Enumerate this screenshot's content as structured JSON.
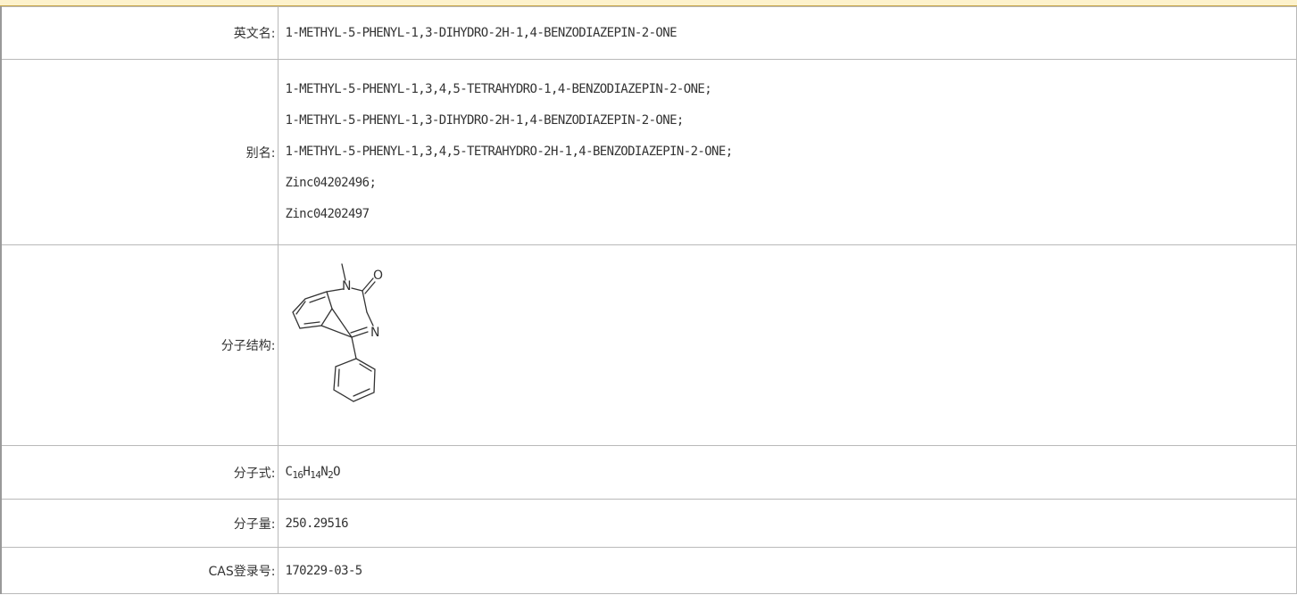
{
  "rows": {
    "english_name": {
      "label": "英文名:",
      "value": "1-METHYL-5-PHENYL-1,3-DIHYDRO-2H-1,4-BENZODIAZEPIN-2-ONE"
    },
    "aliases": {
      "label": "别名:",
      "items": [
        "1-METHYL-5-PHENYL-1,3,4,5-TETRAHYDRO-1,4-BENZODIAZEPIN-2-ONE;",
        "1-METHYL-5-PHENYL-1,3-DIHYDRO-2H-1,4-BENZODIAZEPIN-2-ONE;",
        "1-METHYL-5-PHENYL-1,3,4,5-TETRAHYDRO-2H-1,4-BENZODIAZEPIN-2-ONE;",
        "Zinc04202496;",
        "Zinc04202497"
      ]
    },
    "structure": {
      "label": "分子结构:",
      "atoms": {
        "n1": "N",
        "o": "O",
        "n2": "N"
      }
    },
    "formula": {
      "label": "分子式:",
      "parts": {
        "c": "C",
        "c_n": "16",
        "h": "H",
        "h_n": "14",
        "n": "N",
        "n_n": "2",
        "o": "O"
      }
    },
    "weight": {
      "label": "分子量:",
      "value": "250.29516"
    },
    "cas": {
      "label": "CAS登录号:",
      "value": "170229-03-5"
    }
  }
}
